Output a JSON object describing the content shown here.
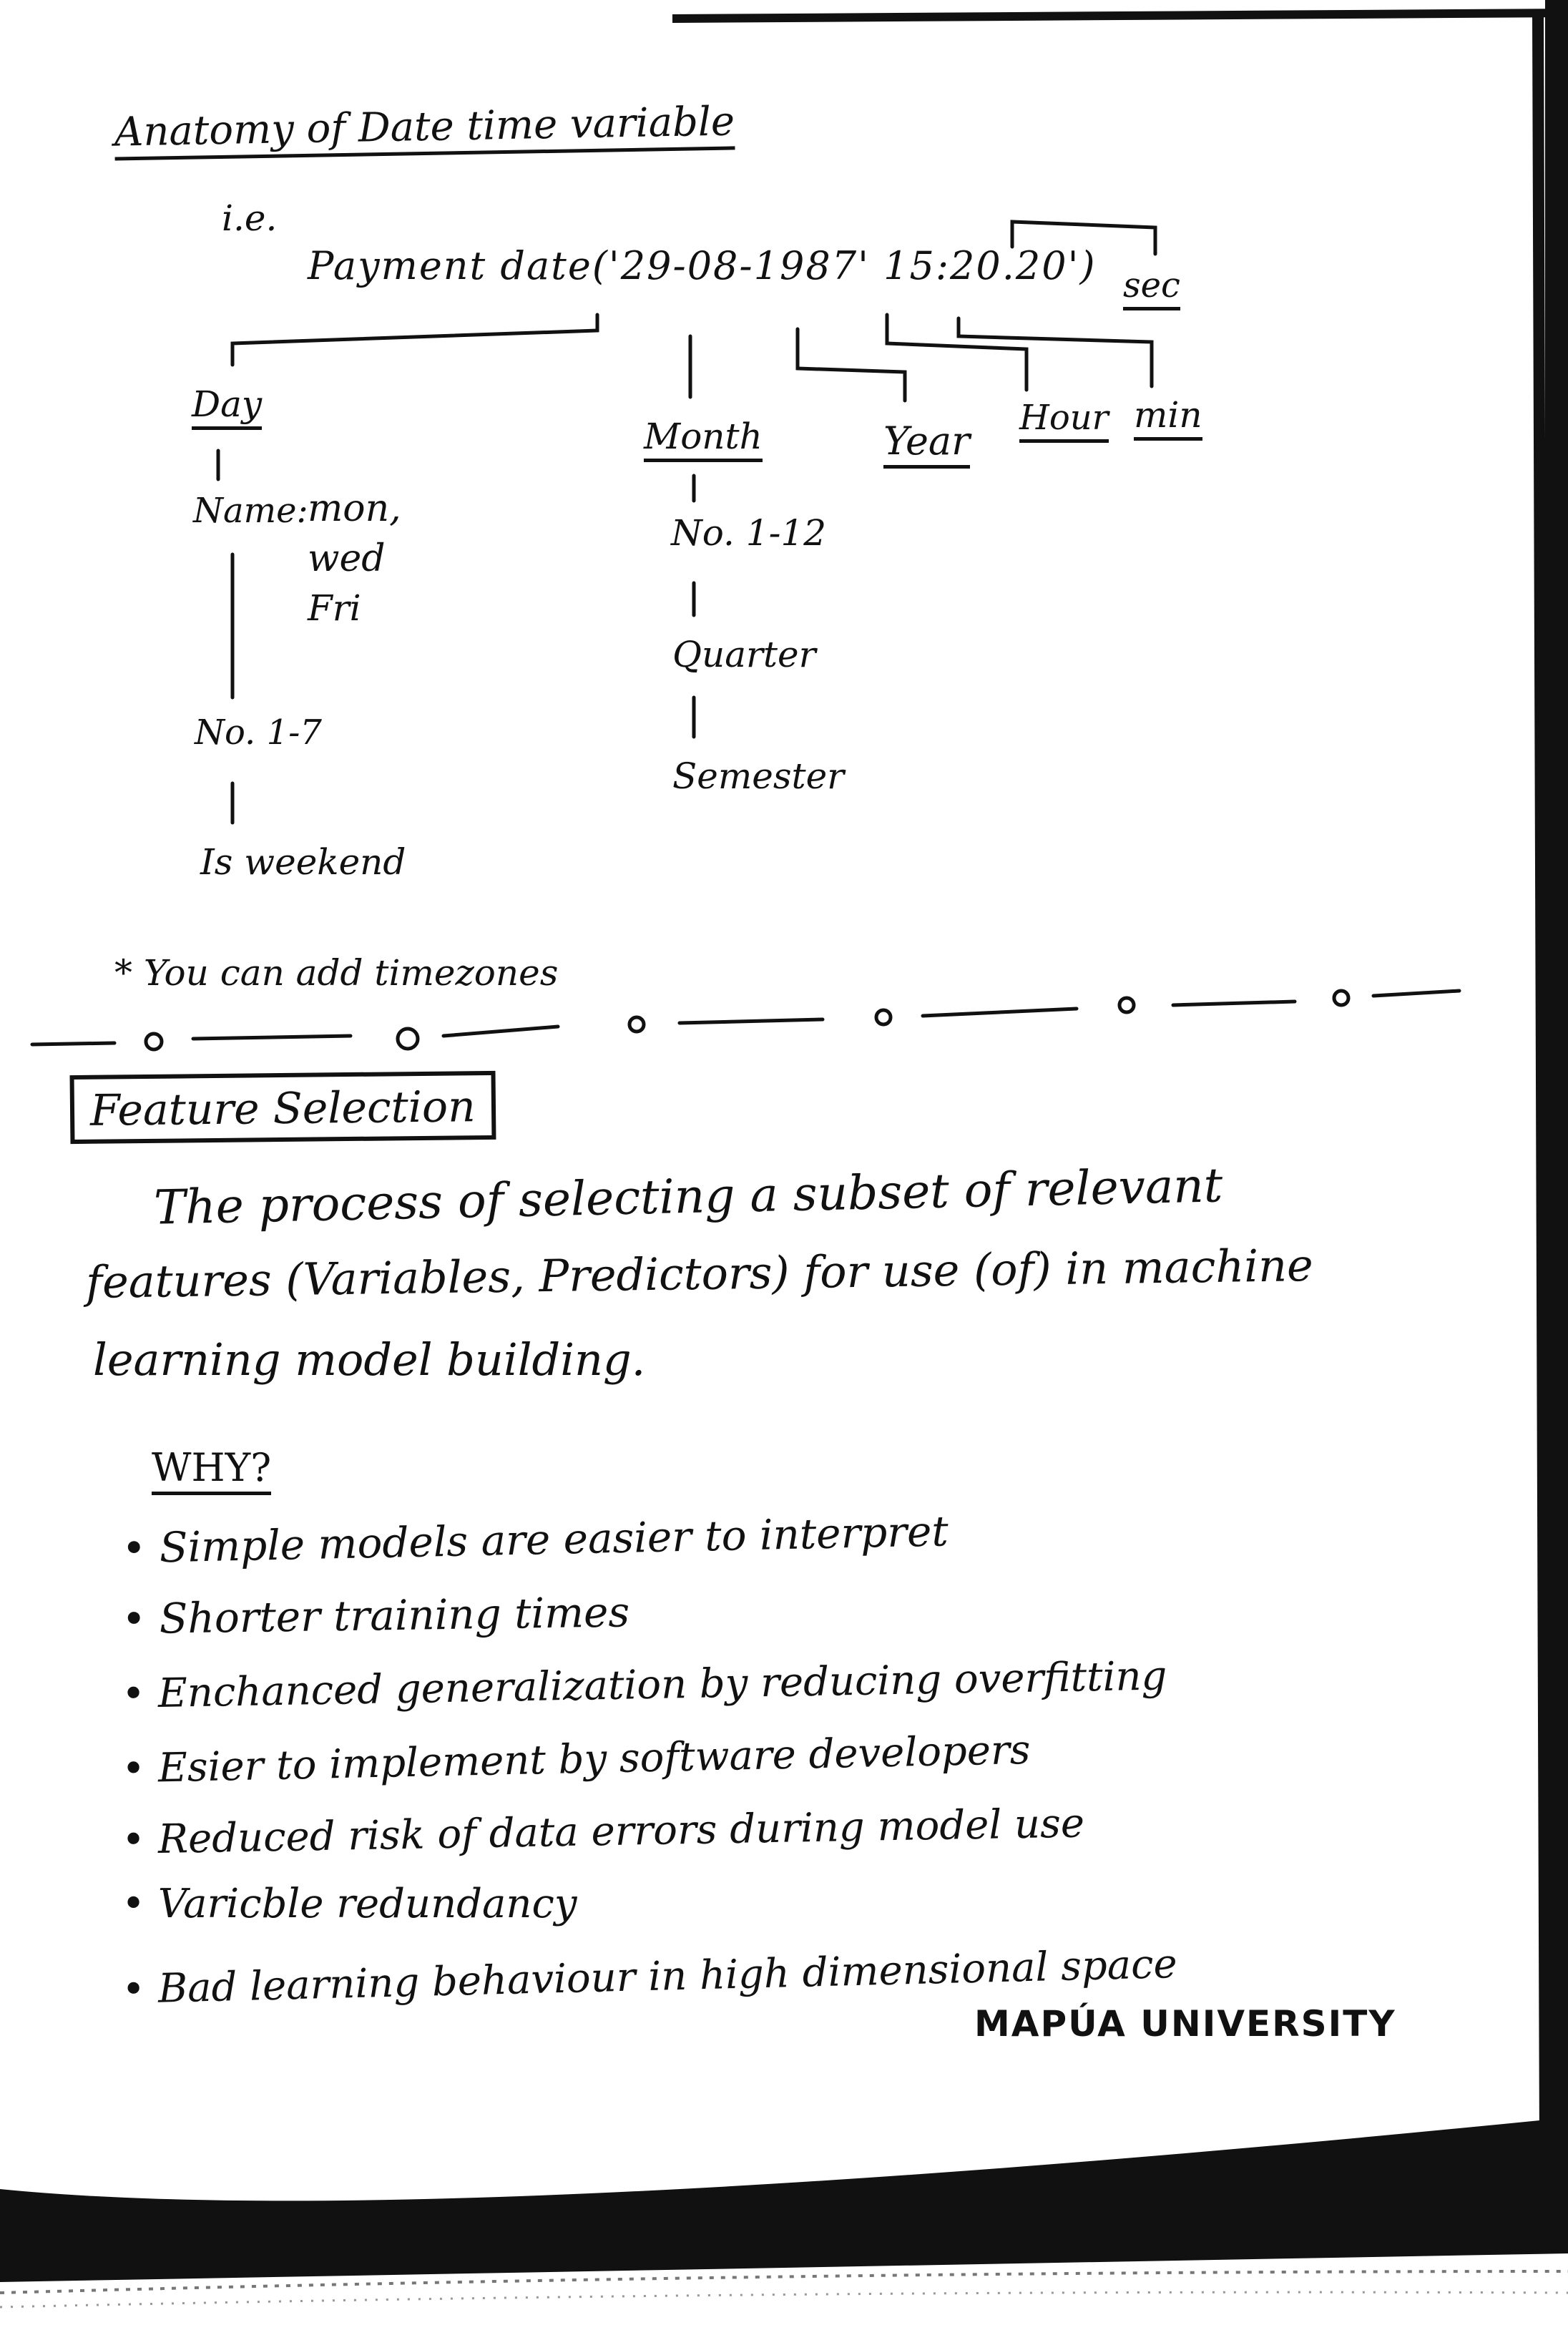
{
  "section1": {
    "title": "Anatomy of Date time variable",
    "ie": "i.e.",
    "example": "Payment date('29-08-1987' 15:20.20')",
    "labels": {
      "sec": "sec",
      "day": "Day",
      "month": "Month",
      "year": "Year",
      "hour": "Hour",
      "min": "min"
    },
    "day_branch": {
      "name_label": "Name:",
      "names": [
        "mon,",
        "wed",
        "Fri"
      ],
      "number": "No. 1-7",
      "weekend": "Is weekend"
    },
    "month_branch": {
      "number": "No. 1-12",
      "quarter": "Quarter",
      "semester": "Semester"
    },
    "note": "* You can add timezones"
  },
  "section2": {
    "title": "Feature Selection",
    "definition_lines": [
      "The process of selecting a subset of relevant",
      "features (Variables, Predictors) for use (of) in machine",
      "learning model building."
    ],
    "why": "WHY?",
    "bullets": [
      "Simple models are easier to interpret",
      "Shorter training times",
      "Enchanced generalization by reducing overfitting",
      "Esier to implement by software developers",
      "Reduced risk of data errors during model use",
      "Varicble redundancy",
      "Bad learning behaviour in high dimensional space"
    ]
  },
  "footer": {
    "logo": "MAPÚA UNIVERSITY"
  }
}
